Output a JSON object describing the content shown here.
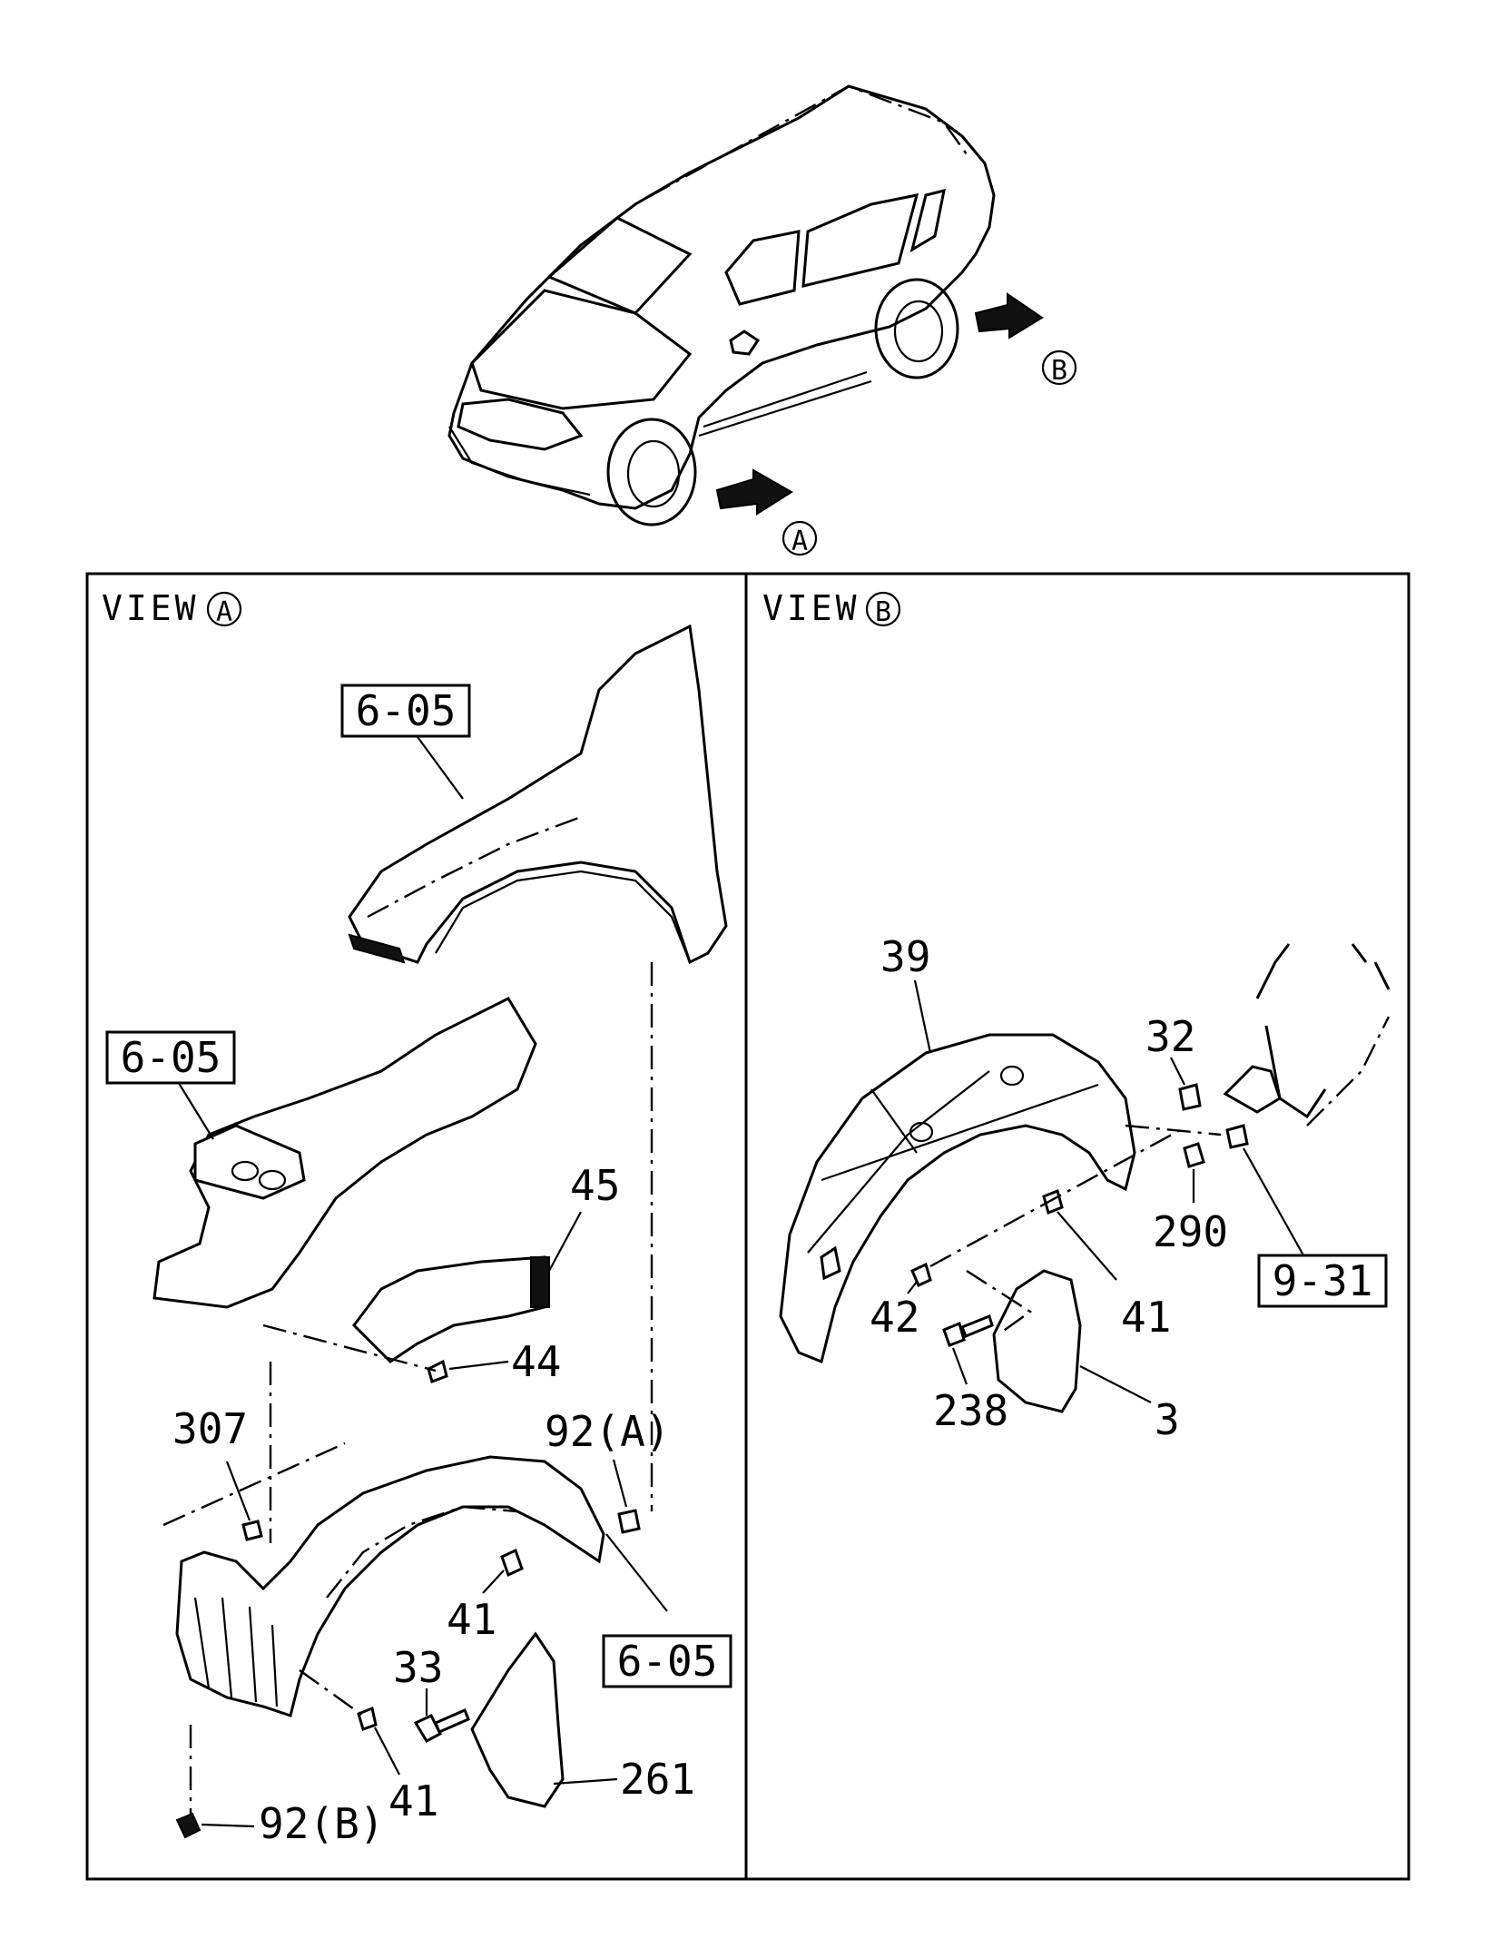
{
  "view_labels": {
    "a": {
      "prefix": "VIEW",
      "marker": "A"
    },
    "b": {
      "prefix": "VIEW",
      "marker": "B"
    }
  },
  "arrow_markers": {
    "a": "A",
    "b": "B"
  },
  "view_a": {
    "refs": [
      "6-05",
      "6-05",
      "6-05"
    ],
    "callouts": [
      "45",
      "44",
      "307",
      "92(A)",
      "41",
      "33",
      "41",
      "261",
      "92(B)"
    ]
  },
  "view_b": {
    "refs": [
      "9-31"
    ],
    "callouts": [
      "39",
      "32",
      "290",
      "42",
      "41",
      "238",
      "3"
    ]
  }
}
